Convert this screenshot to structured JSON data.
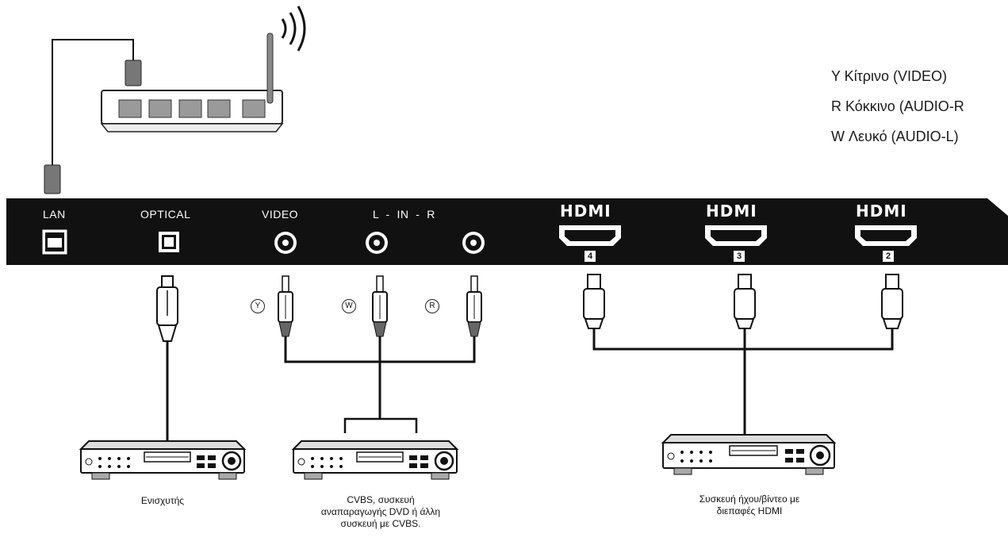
{
  "legend": {
    "yellow": "Y Κίτρινο (VIDEO)",
    "red": "R Κόκκινο (AUDIO-R",
    "white": "W Λευκό (AUDIO-L)"
  },
  "panel": {
    "lan": "LAN",
    "optical": "OPTICAL",
    "video": "VIDEO",
    "audio_in": "L  -  IN  -  R",
    "hdmi_logo": "HDMI",
    "hdmi_ports": [
      "4",
      "3",
      "2"
    ]
  },
  "connector_marks": {
    "y": "Y",
    "w": "W",
    "r": "R"
  },
  "devices": {
    "amplifier": "Ενισχυτής",
    "cvbs_line1": "CVBS, συσκευή",
    "cvbs_line2": "αναπαραγωγής DVD ή άλλη",
    "cvbs_line3": "συσκευή με CVBS.",
    "hdmi_line1": "Συσκευή ήχου/βίντεο με",
    "hdmi_line2": "διεπαφές HDMI"
  }
}
